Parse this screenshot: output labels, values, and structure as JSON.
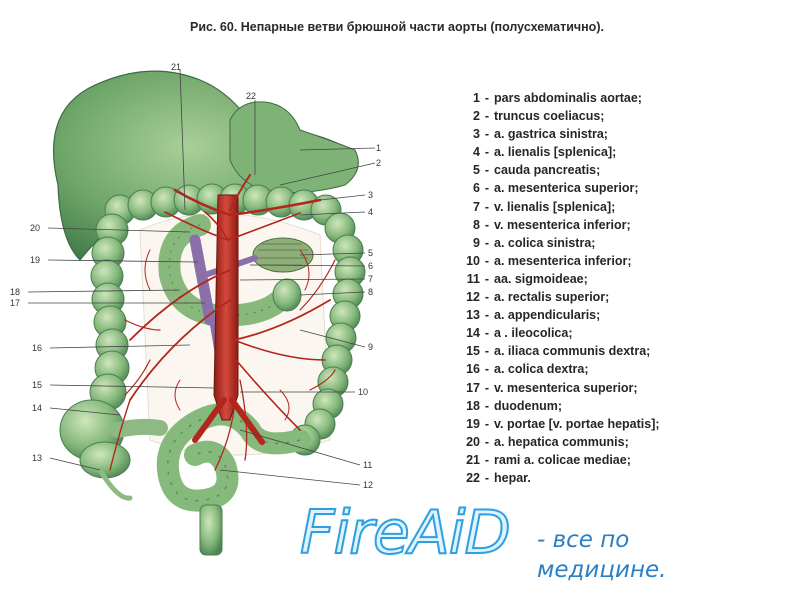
{
  "title": "Рис. 60. Непарные ветви брюшной части аорты (полусхематично).",
  "legend": [
    {
      "num": "1",
      "text": "pars abdominalis aortae;"
    },
    {
      "num": "2",
      "text": "truncus coeliacus;"
    },
    {
      "num": "3",
      "text": "a. gastrica sinistra;"
    },
    {
      "num": "4",
      "text": "a. lienalis [splenica];"
    },
    {
      "num": "5",
      "text": "cauda pancreatis;"
    },
    {
      "num": "6",
      "text": "a. mesenterica superior;"
    },
    {
      "num": "7",
      "text": "v. lienalis [splenica];"
    },
    {
      "num": "8",
      "text": "v. mesenterica inferior;"
    },
    {
      "num": "9",
      "text": "a. colica sinistra;"
    },
    {
      "num": "10",
      "text": "a. mesenterica inferior;"
    },
    {
      "num": "11",
      "text": "aa. sigmoideae;"
    },
    {
      "num": "12",
      "text": "a. rectalis superior;"
    },
    {
      "num": "13",
      "text": "a. appendicularis;"
    },
    {
      "num": "14",
      "text": "a . ileocolica;"
    },
    {
      "num": "15",
      "text": "a. iliaca communis dextra;"
    },
    {
      "num": "16",
      "text": "a. colica dextra;"
    },
    {
      "num": "17",
      "text": "v. mesenterica superior;"
    },
    {
      "num": "18",
      "text": "duodenum;"
    },
    {
      "num": "19",
      "text": "v. portae [v. portae hepatis];"
    },
    {
      "num": "20",
      "text": "a. hepatica communis;"
    },
    {
      "num": "21",
      "text": "rami a. colicae mediae;"
    },
    {
      "num": "22",
      "text": "hepar."
    }
  ],
  "legend_separator": "-",
  "callouts": [
    "1",
    "2",
    "3",
    "4",
    "5",
    "6",
    "7",
    "8",
    "9",
    "10",
    "11",
    "12",
    "13",
    "14",
    "15",
    "16",
    "17",
    "18",
    "19",
    "20",
    "21",
    "22"
  ],
  "watermark": {
    "brand": "FireAiD",
    "line1": "- все по",
    "line2": "медицине."
  },
  "colors": {
    "organ_green": "#6fa66a",
    "artery_red": "#b3261e",
    "vein_purple": "#8a6fa8",
    "watermark_blue": "#2f9fe0"
  }
}
